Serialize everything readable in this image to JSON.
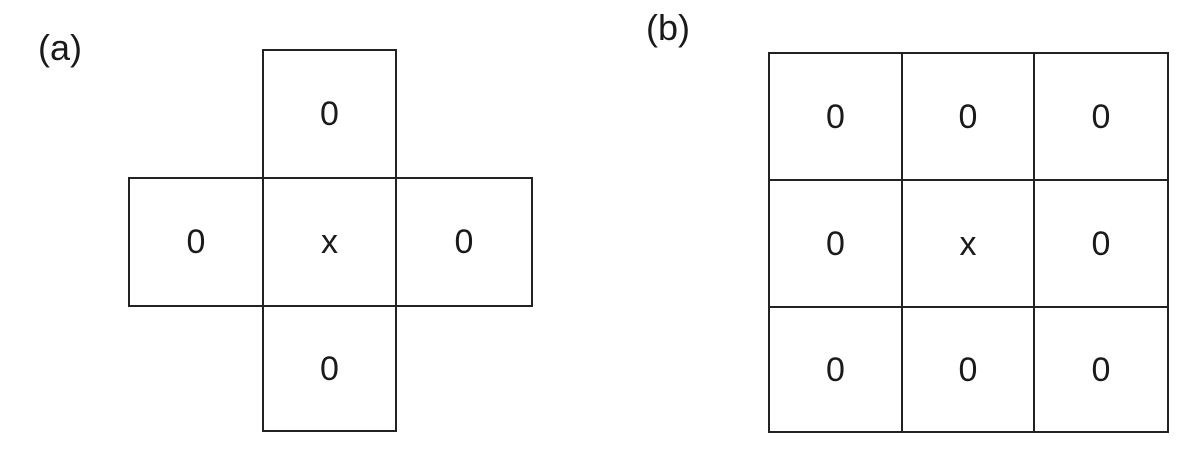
{
  "panel_a": {
    "label": "(a)",
    "top": "0",
    "left": "0",
    "center": "x",
    "right": "0",
    "bottom": "0"
  },
  "panel_b": {
    "label": "(b)",
    "rows": [
      [
        "0",
        "0",
        "0"
      ],
      [
        "0",
        "x",
        "0"
      ],
      [
        "0",
        "0",
        "0"
      ]
    ]
  }
}
